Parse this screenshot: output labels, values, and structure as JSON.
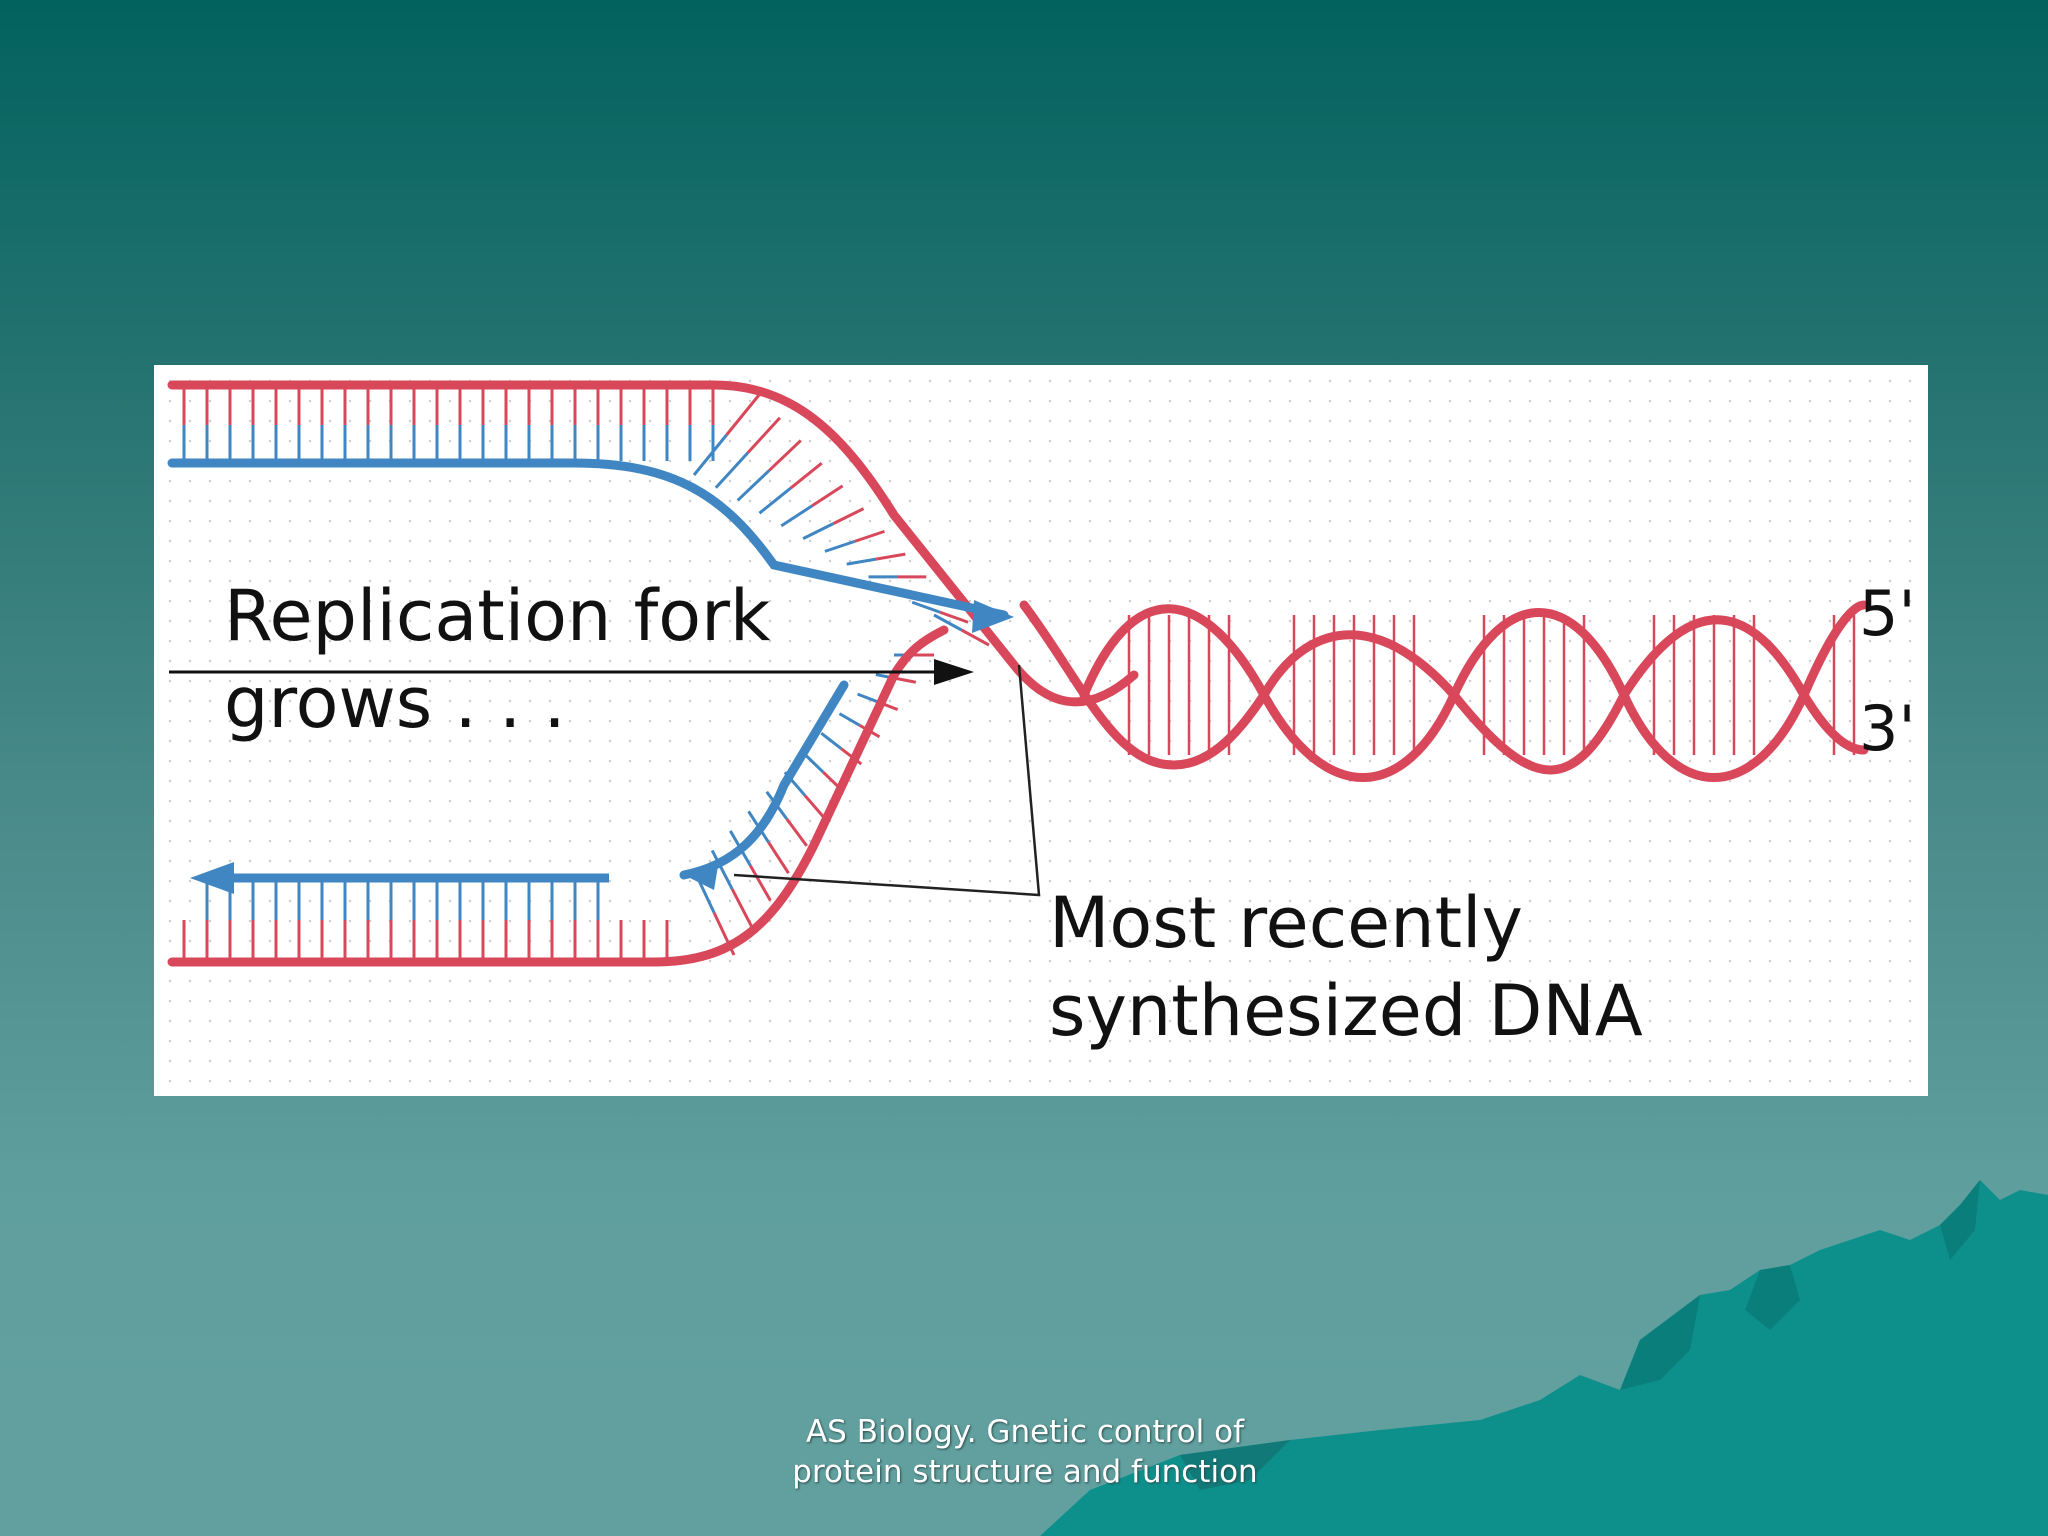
{
  "slide": {
    "footer_line1": "AS Biology. Gnetic control of",
    "footer_line2": "protein structure and function"
  },
  "diagram": {
    "label_fork_line1": "Replication fork",
    "label_fork_line2": "grows . . .",
    "label_recent_line1": "Most recently",
    "label_recent_line2": "synthesized DNA",
    "label_5prime": "5'",
    "label_3prime": "3'"
  },
  "colors": {
    "parental_strand": "#d8485a",
    "new_strand": "#3f86c2",
    "background_top": "#02625e",
    "background_bottom": "#62a09f",
    "mountain": "#0d908c"
  }
}
